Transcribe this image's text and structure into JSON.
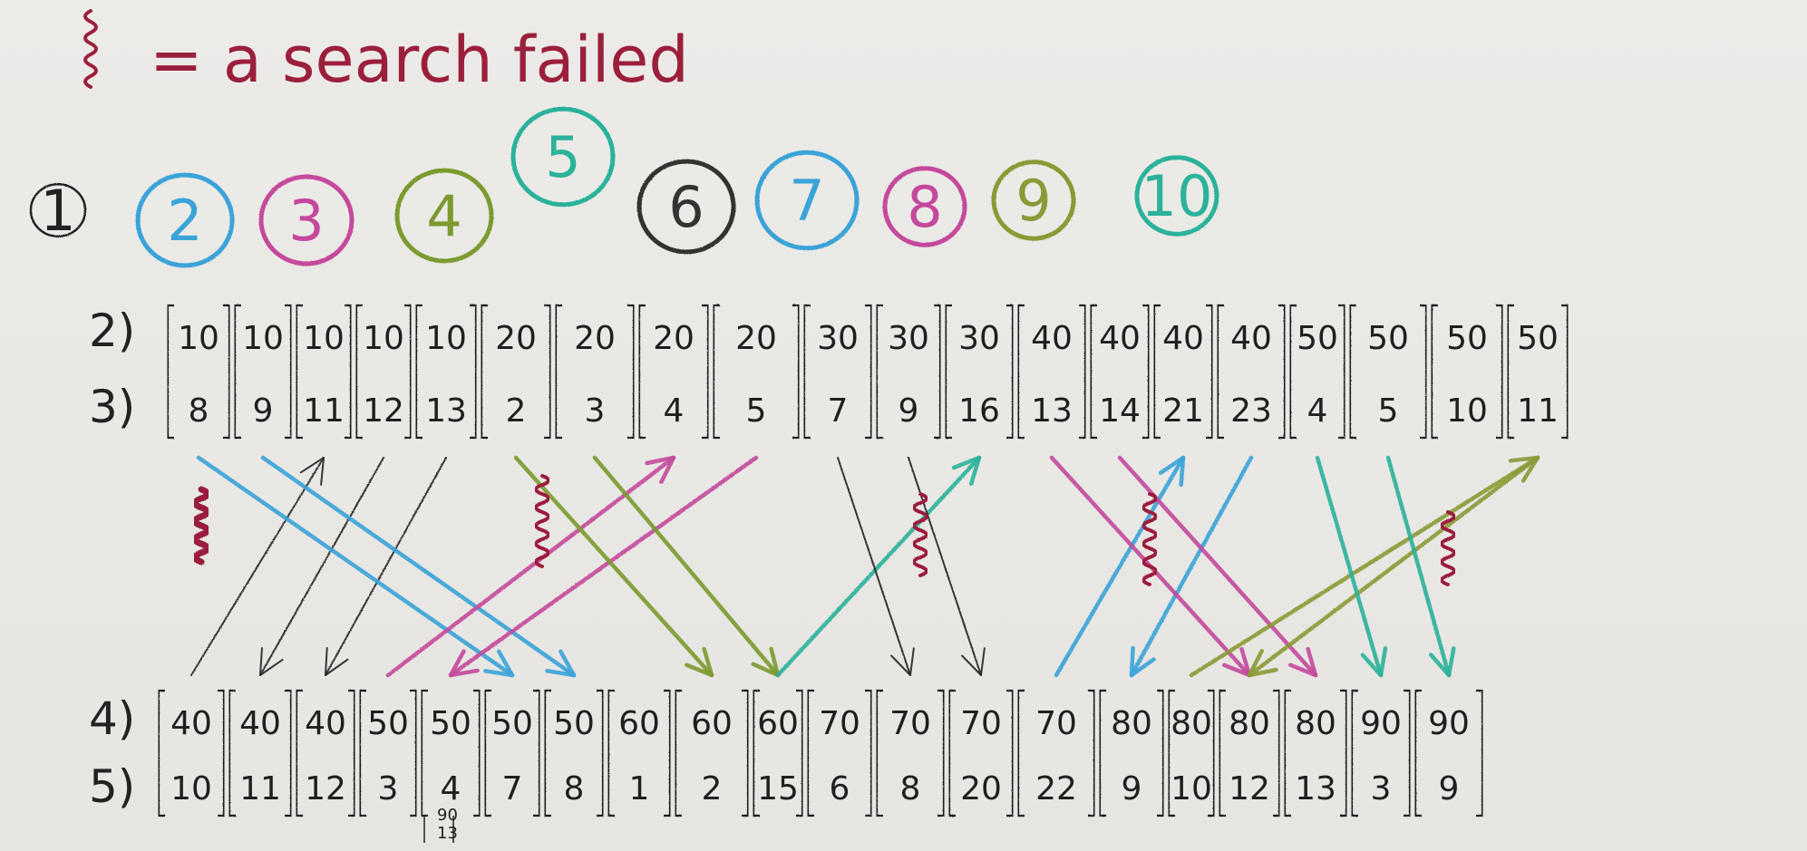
{
  "legend": {
    "text": "= a search failed",
    "symbol": "squiggle-symbol",
    "color": "#9b1f3c"
  },
  "circles": [
    {
      "label": "1",
      "color": "#222222"
    },
    {
      "label": "2",
      "color": "#3aa3d8"
    },
    {
      "label": "3",
      "color": "#c4489c"
    },
    {
      "label": "4",
      "color": "#7c9a2e"
    },
    {
      "label": "5",
      "color": "#2bb29a"
    },
    {
      "label": "6",
      "color": "#333333"
    },
    {
      "label": "7",
      "color": "#3aa3d8"
    },
    {
      "label": "8",
      "color": "#c4489c"
    },
    {
      "label": "9",
      "color": "#8a9a36"
    },
    {
      "label": "10",
      "color": "#2bb29a"
    }
  ],
  "row_labels": {
    "top_a": "2)",
    "top_b": "3)",
    "bottom_a": "4)",
    "bottom_b": "5)"
  },
  "top_row": [
    {
      "a": "10",
      "b": "8"
    },
    {
      "a": "10",
      "b": "9"
    },
    {
      "a": "10",
      "b": "11"
    },
    {
      "a": "10",
      "b": "12"
    },
    {
      "a": "10",
      "b": "13"
    },
    {
      "a": "20",
      "b": "2"
    },
    {
      "a": "20",
      "b": "3"
    },
    {
      "a": "20",
      "b": "4"
    },
    {
      "a": "20",
      "b": "5"
    },
    {
      "a": "30",
      "b": "7"
    },
    {
      "a": "30",
      "b": "9"
    },
    {
      "a": "30",
      "b": "16"
    },
    {
      "a": "40",
      "b": "13"
    },
    {
      "a": "40",
      "b": "14"
    },
    {
      "a": "40",
      "b": "21"
    },
    {
      "a": "40",
      "b": "23"
    },
    {
      "a": "50",
      "b": "4"
    },
    {
      "a": "50",
      "b": "5"
    },
    {
      "a": "50",
      "b": "10"
    },
    {
      "a": "50",
      "b": "11"
    }
  ],
  "bottom_row": [
    {
      "a": "40",
      "b": "10"
    },
    {
      "a": "40",
      "b": "11"
    },
    {
      "a": "40",
      "b": "12"
    },
    {
      "a": "50",
      "b": "3"
    },
    {
      "a": "50",
      "b": "4"
    },
    {
      "a": "50",
      "b": "7"
    },
    {
      "a": "50",
      "b": "8"
    },
    {
      "a": "60",
      "b": "1"
    },
    {
      "a": "60",
      "b": "2"
    },
    {
      "a": "60",
      "b": "15"
    },
    {
      "a": "70",
      "b": "6"
    },
    {
      "a": "70",
      "b": "8"
    },
    {
      "a": "70",
      "b": "20"
    },
    {
      "a": "70",
      "b": "22"
    },
    {
      "a": "80",
      "b": "9"
    },
    {
      "a": "80",
      "b": "10"
    },
    {
      "a": "80",
      "b": "12"
    },
    {
      "a": "80",
      "b": "13"
    },
    {
      "a": "90",
      "b": "3"
    },
    {
      "a": "90",
      "b": "9"
    }
  ],
  "sub_note": {
    "a": "90",
    "b": "13"
  },
  "arrows": [
    {
      "from": "bottom:0",
      "to": "top:2",
      "color": "#222222"
    },
    {
      "from": "top:3",
      "to": "bottom:1",
      "color": "#222222"
    },
    {
      "from": "top:4",
      "to": "bottom:2",
      "color": "#222222"
    },
    {
      "from": "top:0",
      "to": "bottom:5",
      "color": "#3aa3d8"
    },
    {
      "from": "top:1",
      "to": "bottom:6",
      "color": "#3aa3d8"
    },
    {
      "from": "bottom:3",
      "to": "top:7",
      "color": "#c4489c"
    },
    {
      "from": "top:8",
      "to": "bottom:4",
      "color": "#c4489c"
    },
    {
      "from": "top:5",
      "to": "bottom:8",
      "color": "#7c9a2e"
    },
    {
      "from": "top:6",
      "to": "bottom:9",
      "color": "#7c9a2e"
    },
    {
      "from": "bottom:9",
      "to": "top:11",
      "color": "#2bb29a"
    },
    {
      "from": "top:9",
      "to": "bottom:11",
      "color": "#222222"
    },
    {
      "from": "top:10",
      "to": "bottom:12",
      "color": "#222222"
    },
    {
      "from": "bottom:13",
      "to": "top:14",
      "color": "#3aa3d8"
    },
    {
      "from": "top:15",
      "to": "bottom:14",
      "color": "#3aa3d8"
    },
    {
      "from": "top:12",
      "to": "bottom:16",
      "color": "#c4489c"
    },
    {
      "from": "top:13",
      "to": "bottom:17",
      "color": "#c4489c"
    },
    {
      "from": "bottom:15",
      "to": "top:19",
      "color": "#8a9a36"
    },
    {
      "from": "top:19",
      "to": "bottom:16",
      "color": "#8a9a36"
    },
    {
      "from": "top:16",
      "to": "bottom:18",
      "color": "#2bb29a"
    },
    {
      "from": "top:17",
      "to": "bottom:19",
      "color": "#2bb29a"
    }
  ],
  "failed_marks": [
    "fail-1",
    "fail-2",
    "fail-3",
    "fail-4",
    "fail-5"
  ]
}
